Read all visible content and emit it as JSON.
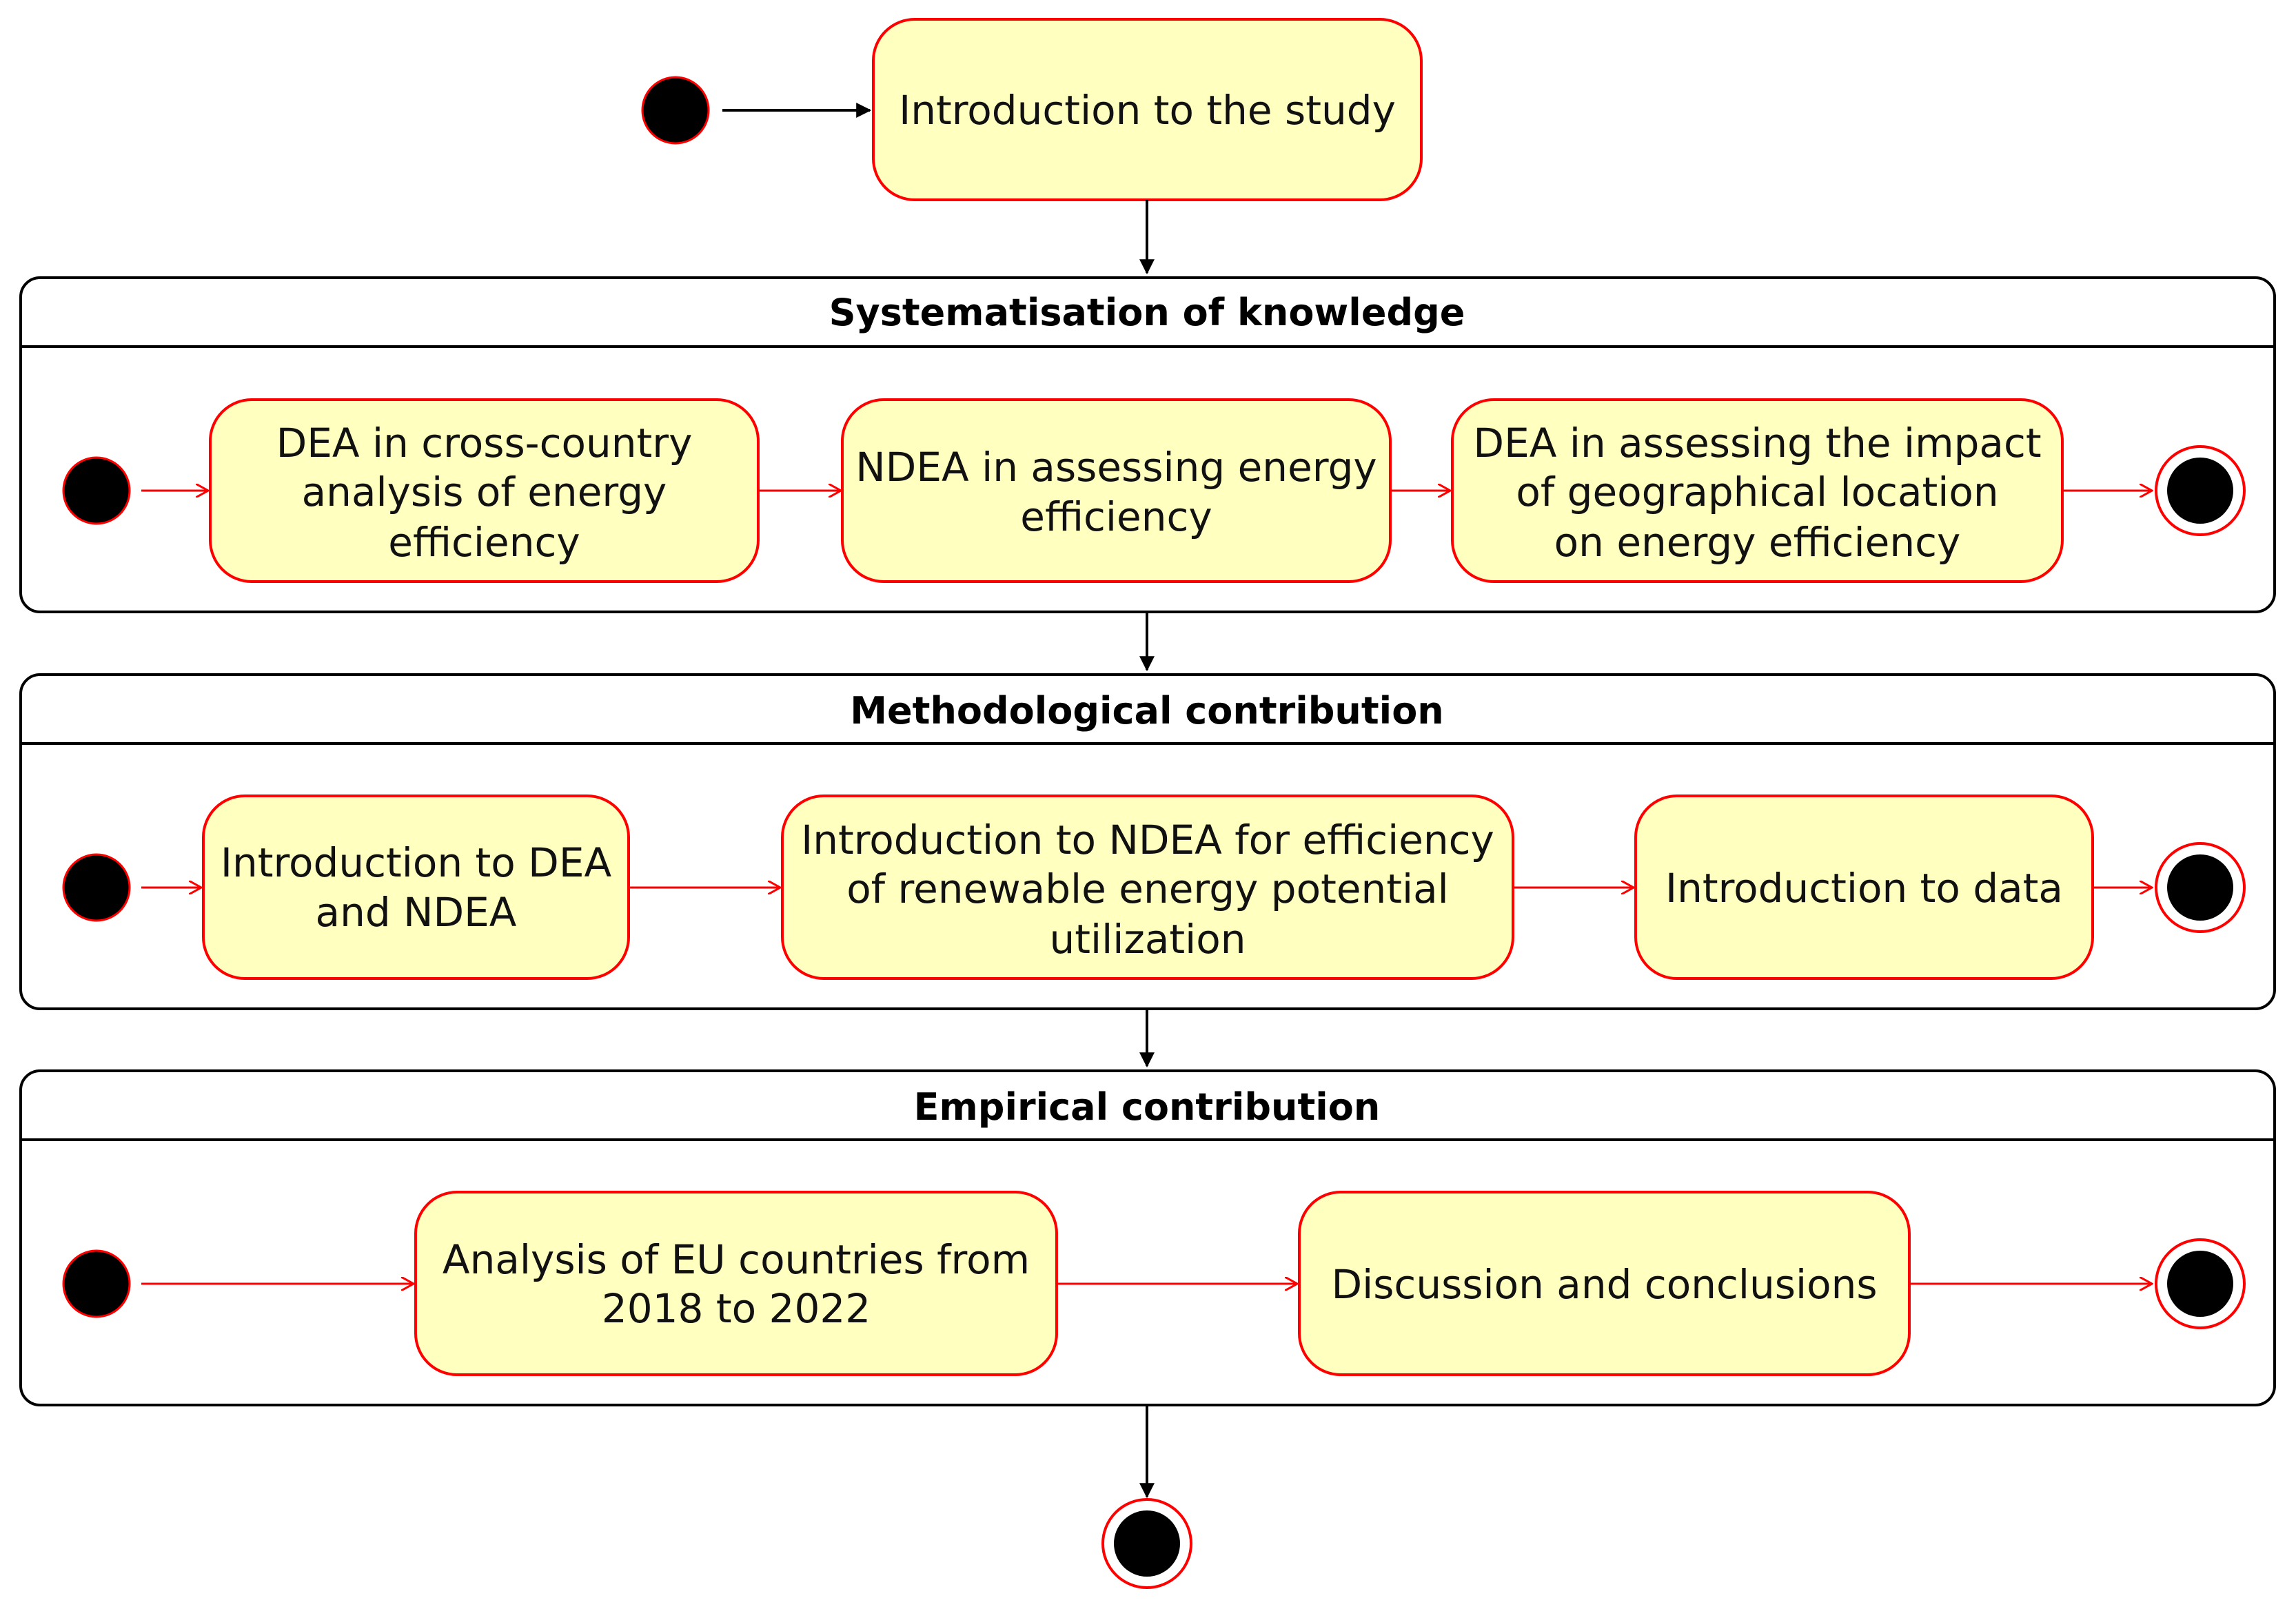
{
  "colors": {
    "state_fill": "#ffffc0",
    "state_stroke": "#ff0000",
    "node_fill": "#000000",
    "transition_red": "#ff0000",
    "transition_black": "#000000",
    "frame_stroke": "#000000"
  },
  "intro": {
    "label": "Introduction to the study"
  },
  "groups": [
    {
      "title": "Systematisation of knowledge",
      "states": [
        {
          "lines": [
            "DEA in cross-country",
            "analysis of energy",
            "efficiency"
          ]
        },
        {
          "lines": [
            "NDEA in assessing energy",
            "efficiency"
          ]
        },
        {
          "lines": [
            "DEA in assessing the impact",
            "of geographical location",
            "on energy efficiency"
          ]
        }
      ]
    },
    {
      "title": "Methodological contribution",
      "states": [
        {
          "lines": [
            "Introduction to DEA",
            "and NDEA"
          ]
        },
        {
          "lines": [
            "Introduction to NDEA for efficiency",
            "of renewable energy potential",
            "utilization"
          ]
        },
        {
          "lines": [
            "Introduction to data"
          ]
        }
      ]
    },
    {
      "title": "Empirical contribution",
      "states": [
        {
          "lines": [
            "Analysis of EU countries from",
            "2018 to 2022"
          ]
        },
        {
          "lines": [
            "Discussion and conclusions"
          ]
        }
      ]
    }
  ]
}
